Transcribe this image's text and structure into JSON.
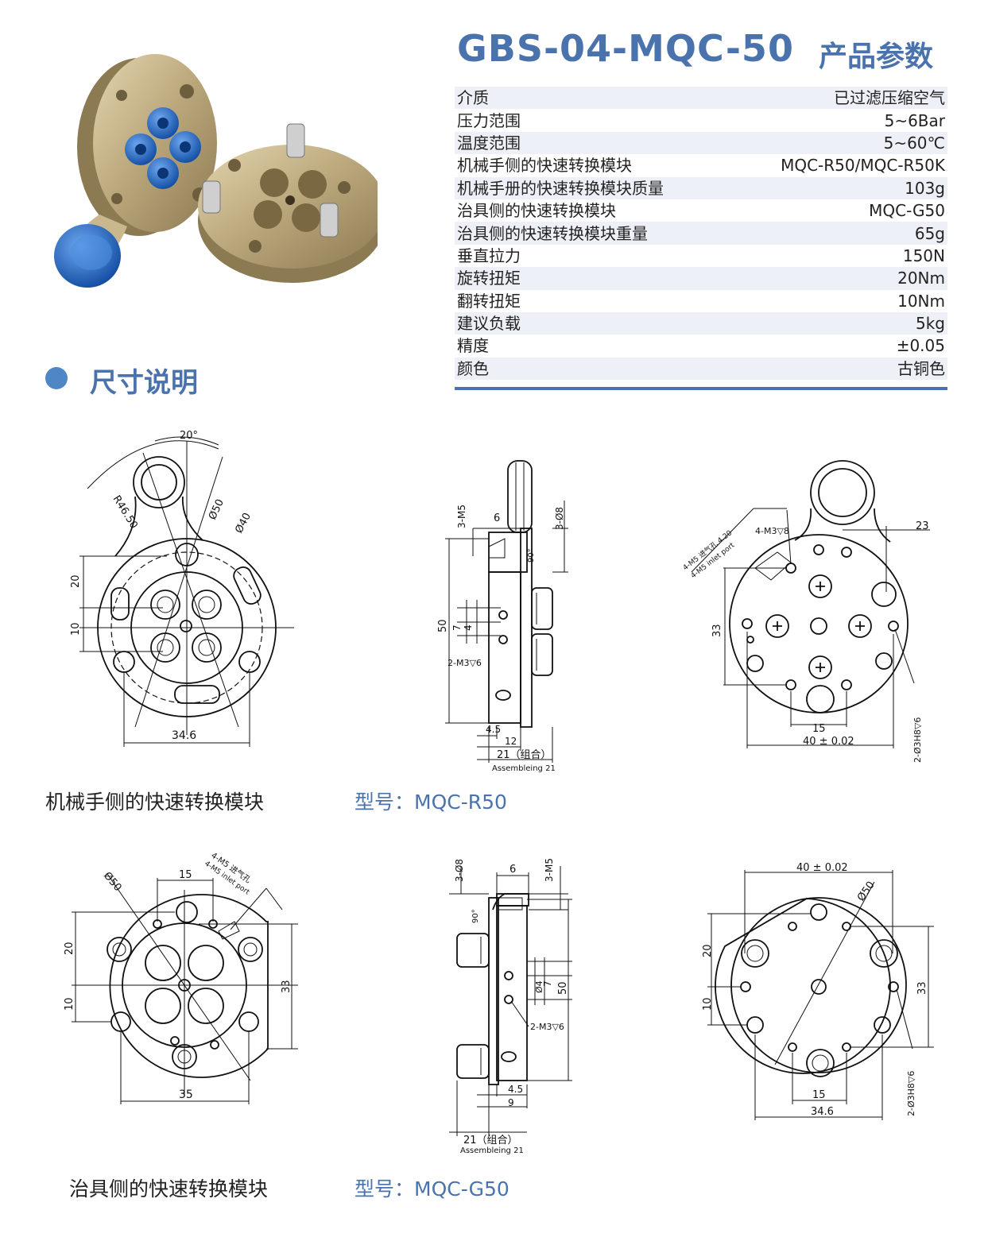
{
  "header": {
    "product_model": "GBS-04-MQC-50",
    "params_heading": "产品参数"
  },
  "specs": [
    {
      "label": "介质",
      "value": "已过滤压缩空气"
    },
    {
      "label": "压力范围",
      "value": "5~6Bar"
    },
    {
      "label": "温度范围",
      "value": "5~60℃"
    },
    {
      "label": "机械手侧的快速转换模块",
      "value": "MQC-R50/MQC-R50K"
    },
    {
      "label": "机械手册的快速转换模块质量",
      "value": "103g"
    },
    {
      "label": "治具侧的快速转换模块",
      "value": "MQC-G50"
    },
    {
      "label": "治具侧的快速转换模块重量",
      "value": "65g"
    },
    {
      "label": "垂直拉力",
      "value": "150N"
    },
    {
      "label": "旋转扭矩",
      "value": "20Nm"
    },
    {
      "label": "翻转扭矩",
      "value": "10Nm"
    },
    {
      "label": "建议负载",
      "value": "5kg"
    },
    {
      "label": "精度",
      "value": "±0.05"
    },
    {
      "label": "颜色",
      "value": "古铜色"
    }
  ],
  "dimensions_heading": "尺寸说明",
  "robot_side": {
    "caption": "机械手侧的快速转换模块",
    "model": "型号：MQC-R50",
    "front": {
      "angle": "20°",
      "radius": "R46.50",
      "d50": "Ø50",
      "d40": "Ø40",
      "h20": "20",
      "h10": "10",
      "width": "34.6"
    },
    "side": {
      "m5": "3-M5",
      "d8": "3-Ø8",
      "w6": "6",
      "angle": "90°",
      "h50": "50",
      "h7": "7",
      "h4": "4",
      "m3": "2-M3▽6",
      "t45": "4.5",
      "t12": "12",
      "assembly": "21（组合）",
      "assembly_en": "Assembleing 21"
    },
    "back": {
      "m3": "4-M3▽8",
      "inlet_cn": "4-M5 进气孔 4.20",
      "inlet_en": "4-M5 inlet port",
      "w23": "23",
      "h33": "33",
      "w15": "15",
      "w40": "40 ± 0.02",
      "pin": "2-Ø3H8▽6"
    }
  },
  "fixture_side": {
    "caption": "治具侧的快速转换模块",
    "model": "型号：MQC-G50",
    "front": {
      "d50": "Ø50",
      "w15": "15",
      "inlet_cn": "4-M5 进气孔",
      "inlet_en": "4-M5 inlet port",
      "h20": "20",
      "h10": "10",
      "h33": "33",
      "width": "35"
    },
    "side": {
      "d8": "3-Ø8",
      "w6": "6",
      "m5": "3-M5",
      "angle": "90°",
      "h4": "Ø4",
      "h7": "7",
      "h50": "50",
      "m3": "2-M3▽6",
      "t45": "4.5",
      "t9": "9",
      "assembly": "21（组合）",
      "assembly_en": "Assembleing 21"
    },
    "back": {
      "w40": "40 ± 0.02",
      "d50": "Ø50",
      "h20": "20",
      "h10": "10",
      "h33": "33",
      "pin": "2-Ø3H8▽6",
      "w15": "15",
      "width": "34.6"
    }
  },
  "colors": {
    "accent": "#4a73ad",
    "row_shade": "#edf1f7",
    "bronze": "#b5a074",
    "blue_fitting": "#1d5fb8"
  }
}
